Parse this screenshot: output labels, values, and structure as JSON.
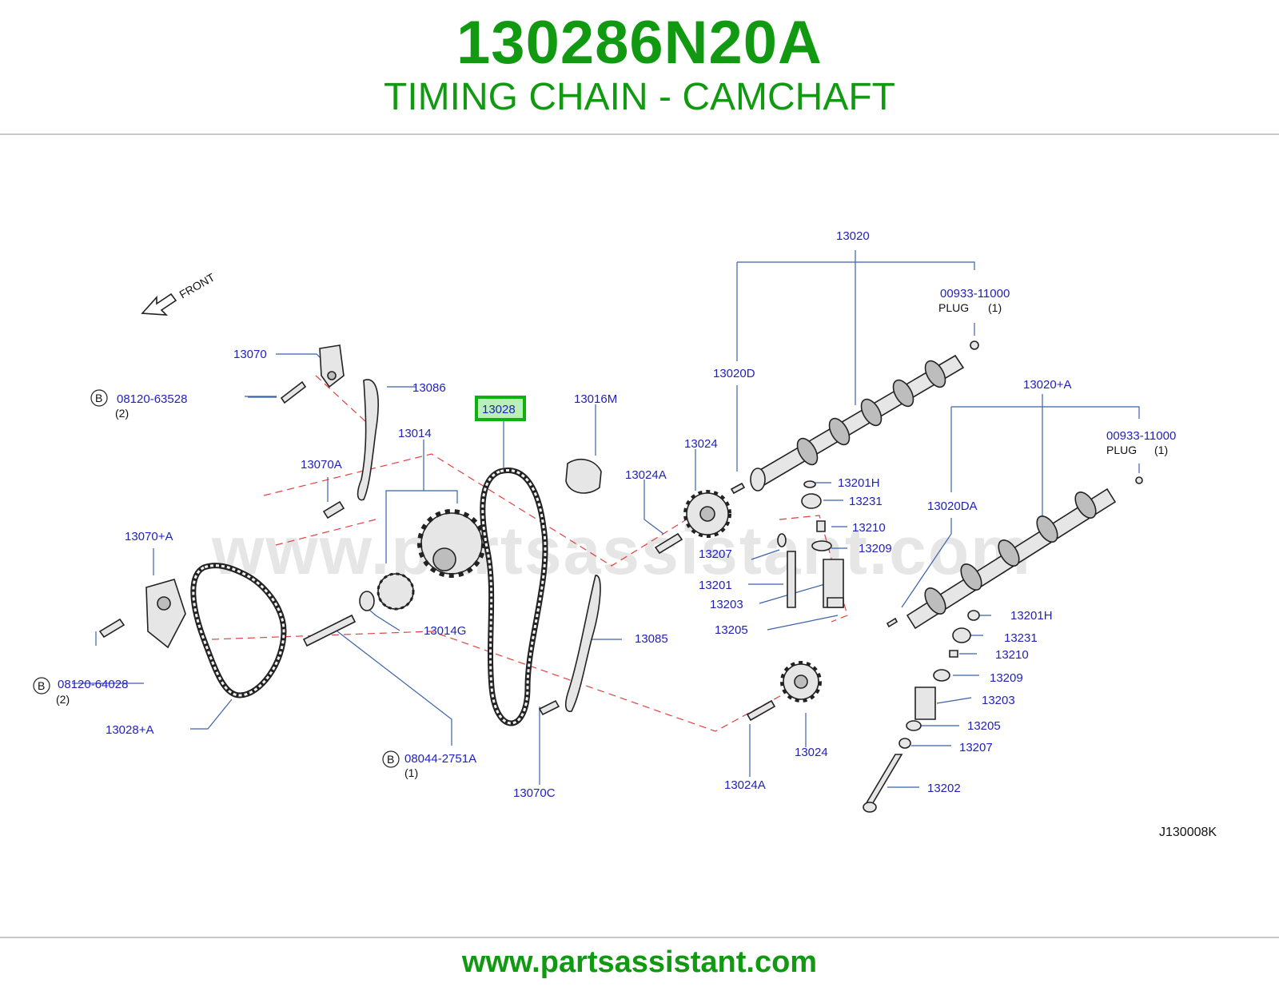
{
  "header": {
    "part_number": "130286N20A",
    "subtitle": "TIMING CHAIN - CAMCHAFT"
  },
  "footer": {
    "url": "www.partsassistant.com"
  },
  "diagram": {
    "watermark": "www.partsassistant.com",
    "front_label": "FRONT",
    "diagram_code": "J130008K",
    "highlighted_part": "13028",
    "bolt_marker": "B",
    "labels": {
      "p13020": "13020",
      "p00933_1": "00933-11000",
      "plug_1": "PLUG",
      "plug_1_qty": "(1)",
      "p13020D": "13020D",
      "p13020A": "13020+A",
      "p00933_2": "00933-11000",
      "plug_2": "PLUG",
      "plug_2_qty": "(1)",
      "p13070": "13070",
      "p08120_63528": "08120-63528",
      "q08120_63528": "(2)",
      "p13086": "13086",
      "p13028": "13028",
      "p13016M": "13016M",
      "p13014": "13014",
      "p13024_top": "13024",
      "p13070A": "13070A",
      "p13024A_top": "13024A",
      "p13201H_1": "13201H",
      "p13231_1": "13231",
      "p13020DA": "13020DA",
      "p13210_1": "13210",
      "p13070plusA": "13070+A",
      "p13207_1": "13207",
      "p13209_1": "13209",
      "p13201": "13201",
      "p13203_1": "13203",
      "p13014G": "13014G",
      "p13205_1": "13205",
      "p13201H_2": "13201H",
      "p13085": "13085",
      "p13231_2": "13231",
      "p13210_2": "13210",
      "p08120_64028": "08120-64028",
      "q08120_64028": "(2)",
      "p13209_2": "13209",
      "p13203_2": "13203",
      "p13028plusA": "13028+A",
      "p13205_2": "13205",
      "p13207_2": "13207",
      "p13024_bottom": "13024",
      "p08044_2751A": "08044-2751A",
      "q08044_2751A": "(1)",
      "p13024A_bottom": "13024A",
      "p13070C": "13070C",
      "p13202": "13202"
    }
  }
}
